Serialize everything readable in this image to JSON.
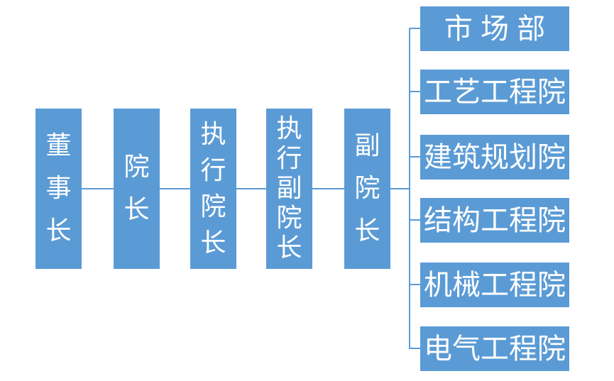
{
  "colors": {
    "box_fill": "#5B9BD5",
    "box_text": "#FFFFFF",
    "connector": "#5B9BD5",
    "background": "#FFFFFF"
  },
  "chain": [
    {
      "label": "董事长"
    },
    {
      "label": "院长"
    },
    {
      "label": "执行院长"
    },
    {
      "label": "执行副院长"
    },
    {
      "label": "副院长"
    }
  ],
  "departments": [
    {
      "label": "市场部"
    },
    {
      "label": "工艺工程院"
    },
    {
      "label": "建筑规划院"
    },
    {
      "label": "结构工程院"
    },
    {
      "label": "机械工程院"
    },
    {
      "label": "电气工程院"
    }
  ]
}
